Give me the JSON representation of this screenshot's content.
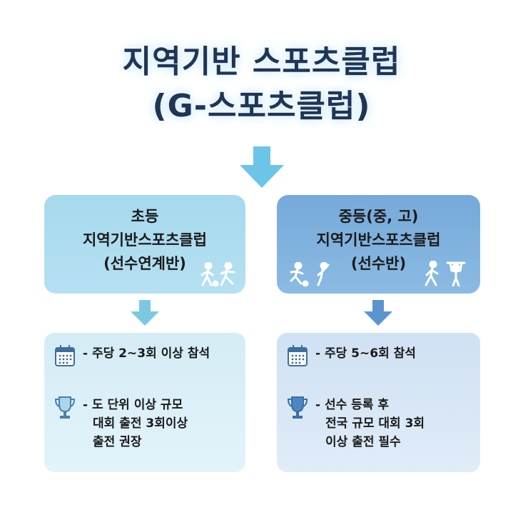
{
  "title": {
    "line1": "지역기반 스포츠클럽",
    "line2": "(G-스포츠클럽)"
  },
  "left": {
    "line1": "초등",
    "line2": "지역기반스포츠클럽",
    "line3": "(선수연계반)",
    "items": [
      {
        "icon": "calendar-icon",
        "text": "- 주당 2~3회 이상 참석"
      },
      {
        "icon": "trophy-icon",
        "lines": [
          "- 도 단위 이상 규모",
          "대회 출전 3회이상",
          "출전 권장"
        ]
      }
    ]
  },
  "right": {
    "line1": "중등(중, 고)",
    "line2": "지역기반스포츠클럽",
    "line3": "(선수반)",
    "items": [
      {
        "icon": "calendar-icon",
        "text": "- 주당 5~6회 참석"
      },
      {
        "icon": "trophy-icon",
        "lines": [
          "- 선수 등록 후",
          "전국 규모 대회 3회",
          "이상 출전 필수"
        ]
      }
    ]
  },
  "colors": {
    "title": "#1e3556",
    "left_box": "#a8d8ec",
    "right_box": "#7fb1de",
    "arrow_main": "#6cc4e8",
    "arrow_right": "#5b95d0"
  }
}
